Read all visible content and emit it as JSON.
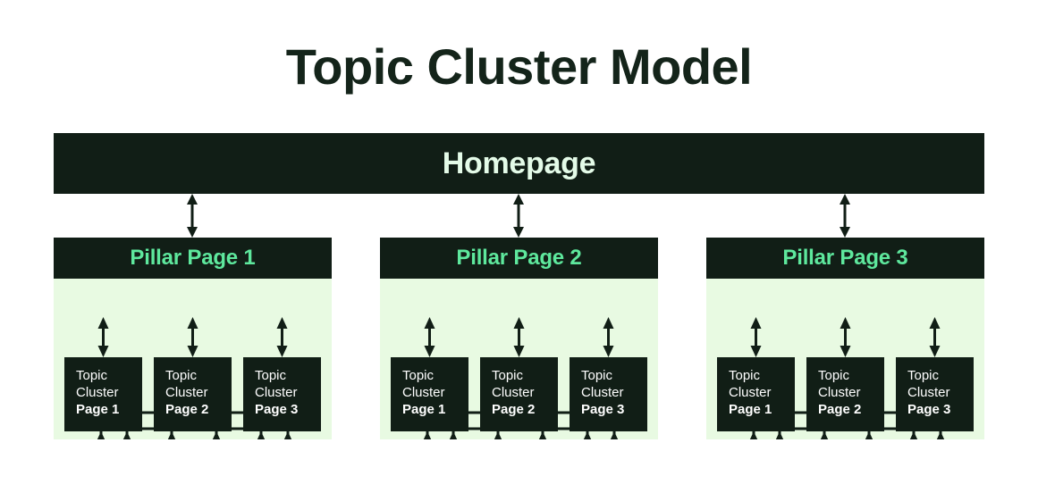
{
  "page": {
    "title": "Topic Cluster Model",
    "background_color": "#ffffff"
  },
  "colors": {
    "dark": "#111e16",
    "panel_light_green": "#e8fae2",
    "accent_mint": "#5ee89d",
    "homepage_text": "#e4fbe8",
    "box_text": "#ffffff",
    "title_text": "#14241a"
  },
  "homepage": {
    "label": "Homepage"
  },
  "groups": [
    {
      "pillar_label": "Pillar Page 1",
      "clusters": [
        {
          "line1": "Topic",
          "line2": "Cluster",
          "line3": "Page 1"
        },
        {
          "line1": "Topic",
          "line2": "Cluster",
          "line3": "Page 2"
        },
        {
          "line1": "Topic",
          "line2": "Cluster",
          "line3": "Page 3"
        }
      ]
    },
    {
      "pillar_label": "Pillar Page 2",
      "clusters": [
        {
          "line1": "Topic",
          "line2": "Cluster",
          "line3": "Page 1"
        },
        {
          "line1": "Topic",
          "line2": "Cluster",
          "line3": "Page 2"
        },
        {
          "line1": "Topic",
          "line2": "Cluster",
          "line3": "Page 3"
        }
      ]
    },
    {
      "pillar_label": "Pillar Page 3",
      "clusters": [
        {
          "line1": "Topic",
          "line2": "Cluster",
          "line3": "Page 1"
        },
        {
          "line1": "Topic",
          "line2": "Cluster",
          "line3": "Page 2"
        },
        {
          "line1": "Topic",
          "line2": "Cluster",
          "line3": "Page 3"
        }
      ]
    }
  ],
  "connectors": {
    "homepage_to_pillar": "double-headed-vertical-arrow",
    "pillar_to_cluster": "double-headed-vertical-arrow",
    "cluster_to_cluster": "u-shaped-double-arrow"
  }
}
